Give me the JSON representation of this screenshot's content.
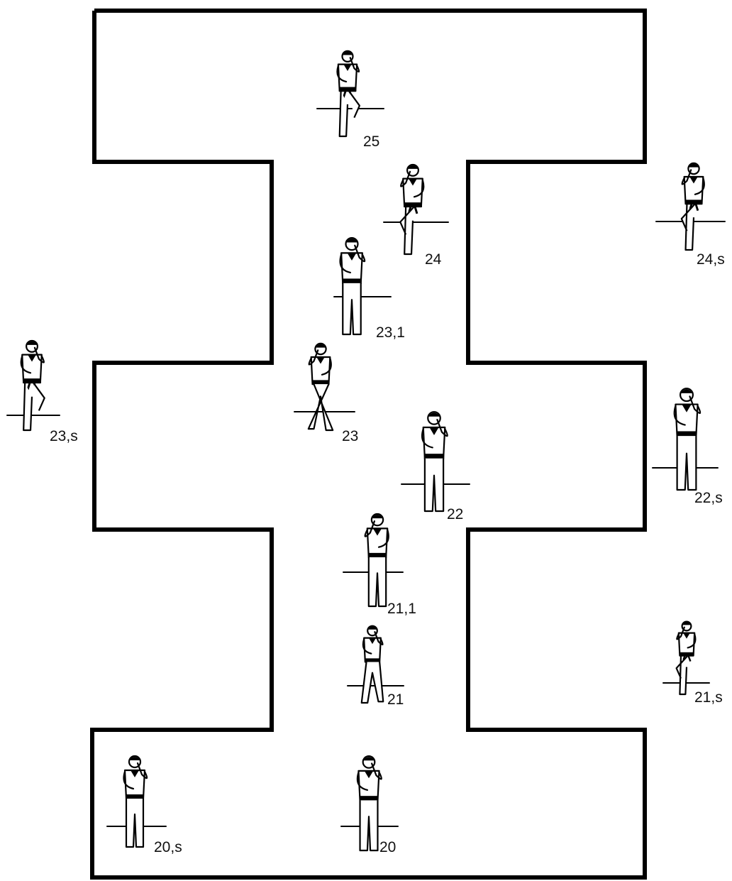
{
  "diagram": {
    "line_color": "#000000",
    "background": "#ffffff"
  },
  "figures": [
    {
      "id": "25",
      "label": "25",
      "pose": "front-kick-chamber"
    },
    {
      "id": "24",
      "label": "24",
      "pose": "knee-raise-guard"
    },
    {
      "id": "24s",
      "label": "24,s",
      "pose": "knee-raise-side"
    },
    {
      "id": "23_1",
      "label": "23,1",
      "pose": "crossed-arm-stance"
    },
    {
      "id": "23",
      "label": "23",
      "pose": "back-stance-turning"
    },
    {
      "id": "23s",
      "label": "23,s",
      "pose": "knee-raise-side"
    },
    {
      "id": "22",
      "label": "22",
      "pose": "back-view-stance"
    },
    {
      "id": "22s",
      "label": "22,s",
      "pose": "front-view-stance"
    },
    {
      "id": "21_1",
      "label": "21,1",
      "pose": "crossed-arm-stance"
    },
    {
      "id": "21",
      "label": "21",
      "pose": "back-stance-turning"
    },
    {
      "id": "21s",
      "label": "21,s",
      "pose": "knee-raise-side"
    },
    {
      "id": "20",
      "label": "20",
      "pose": "back-view-stance"
    },
    {
      "id": "20s",
      "label": "20,s",
      "pose": "front-view-stance"
    }
  ]
}
